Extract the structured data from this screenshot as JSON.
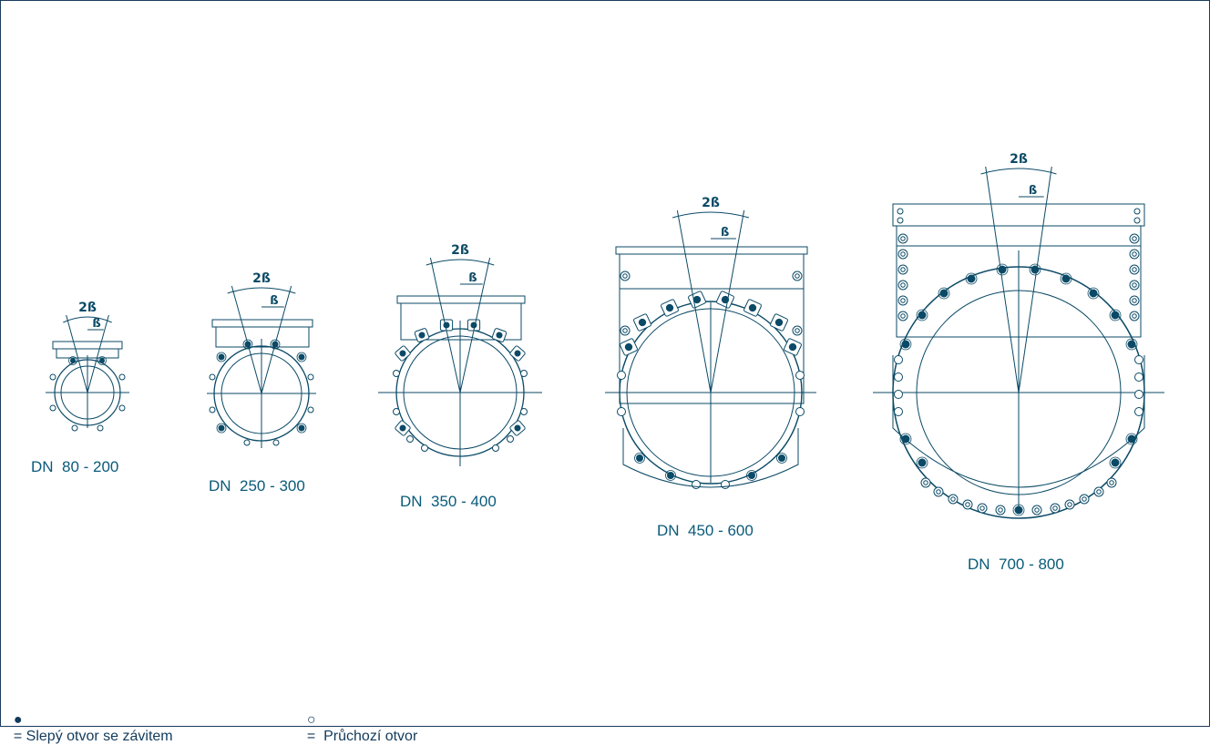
{
  "colors": {
    "line": "#0b4a66",
    "text": "#0a5a7a",
    "border": "#1a3a5c"
  },
  "angle_labels": {
    "double_beta": "2ß",
    "beta": "ß"
  },
  "valves": [
    {
      "caption": "DN  80 - 200"
    },
    {
      "caption": "DN  250 - 300"
    },
    {
      "caption": "DN  350 - 400"
    },
    {
      "caption": "DN  450 - 600"
    },
    {
      "caption": "DN  700 - 800"
    }
  ],
  "legend": {
    "blind": {
      "symbol": "●",
      "text": "= Slepý otvor se závitem"
    },
    "through": {
      "symbol": "○",
      "text": "=  Průchozí otvor"
    }
  }
}
